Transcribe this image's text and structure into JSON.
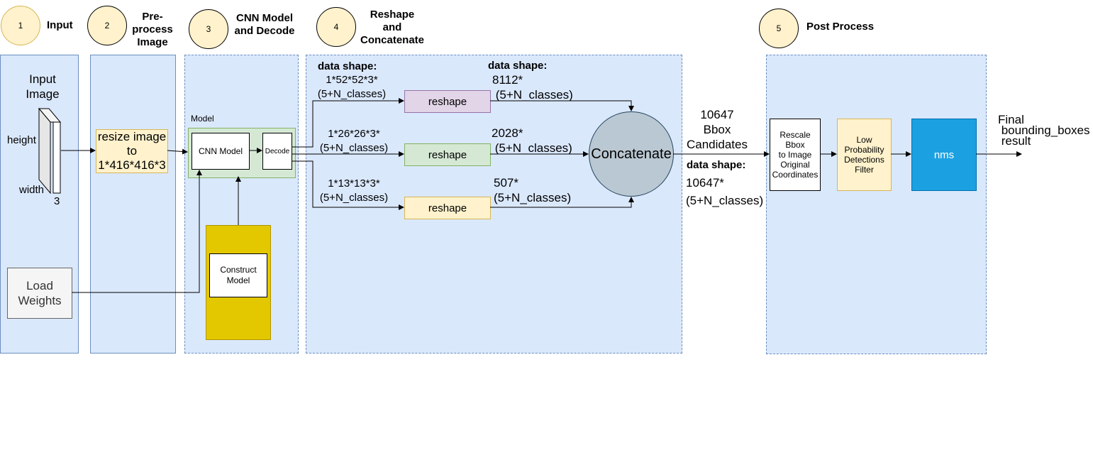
{
  "stages": [
    {
      "num": "1",
      "title": "Input"
    },
    {
      "num": "2",
      "title": "Pre-\nprocess\nImage"
    },
    {
      "num": "3",
      "title": "CNN Model\nand Decode"
    },
    {
      "num": "4",
      "title": "Reshape\nand\nConcatenate"
    },
    {
      "num": "5",
      "title": "Post Process"
    }
  ],
  "input_stage": {
    "image_label": "Input\nImage",
    "height_label": "height",
    "width_label": "width",
    "channels_label": "3",
    "load_weights": "Load\nWeights"
  },
  "preprocess_stage": {
    "resize": "resize image\nto\n1*416*416*3"
  },
  "cnn_stage": {
    "model_label": "Model",
    "cnn_model": "CNN Model",
    "decode": "Decode",
    "construct_model": "Construct\nModel"
  },
  "reshape_stage": {
    "data_shape_heading": "data shape:",
    "in_shapes": [
      "1*52*52*3*\n(5+N_classes)",
      "1*26*26*3*\n(5+N_classes)",
      "1*13*13*3*\n(5+N_classes)"
    ],
    "reshape_label": "reshape",
    "out_shape_heading": "data shape:",
    "out_shapes": [
      "8112*\n (5+N_classes)",
      "2028*\n (5+N_classes)",
      "507*\n(5+N_classes)"
    ],
    "concatenate": "Concatenate"
  },
  "between": {
    "candidates": "10647\nBbox\nCandidates",
    "data_shape_heading": "data shape:",
    "shape": "10647*\n(5+N_classes)"
  },
  "post_stage": {
    "rescale": "Rescale\nBbox\nto Image\nOriginal\nCoordinates",
    "filter": "Low\nProbability\nDetections\nFilter",
    "nms": "nms",
    "final": "Final\n bounding_boxes\n result"
  },
  "colors": {
    "panel_fill": "#dae8fc",
    "panel_border": "#6c8ebf",
    "stage_circle": "#fff2cc",
    "resize_fill": "#fff2cc",
    "model_group_fill": "#d5e8d4",
    "construct_fill": "#e3c800",
    "reshape_1": "#e1d5e7",
    "reshape_2": "#d5e8d4",
    "reshape_3": "#fff2cc",
    "concatenate_fill": "#bac8d3",
    "load_weights_fill": "#f5f5f5",
    "nms_fill": "#1ba1e2"
  }
}
